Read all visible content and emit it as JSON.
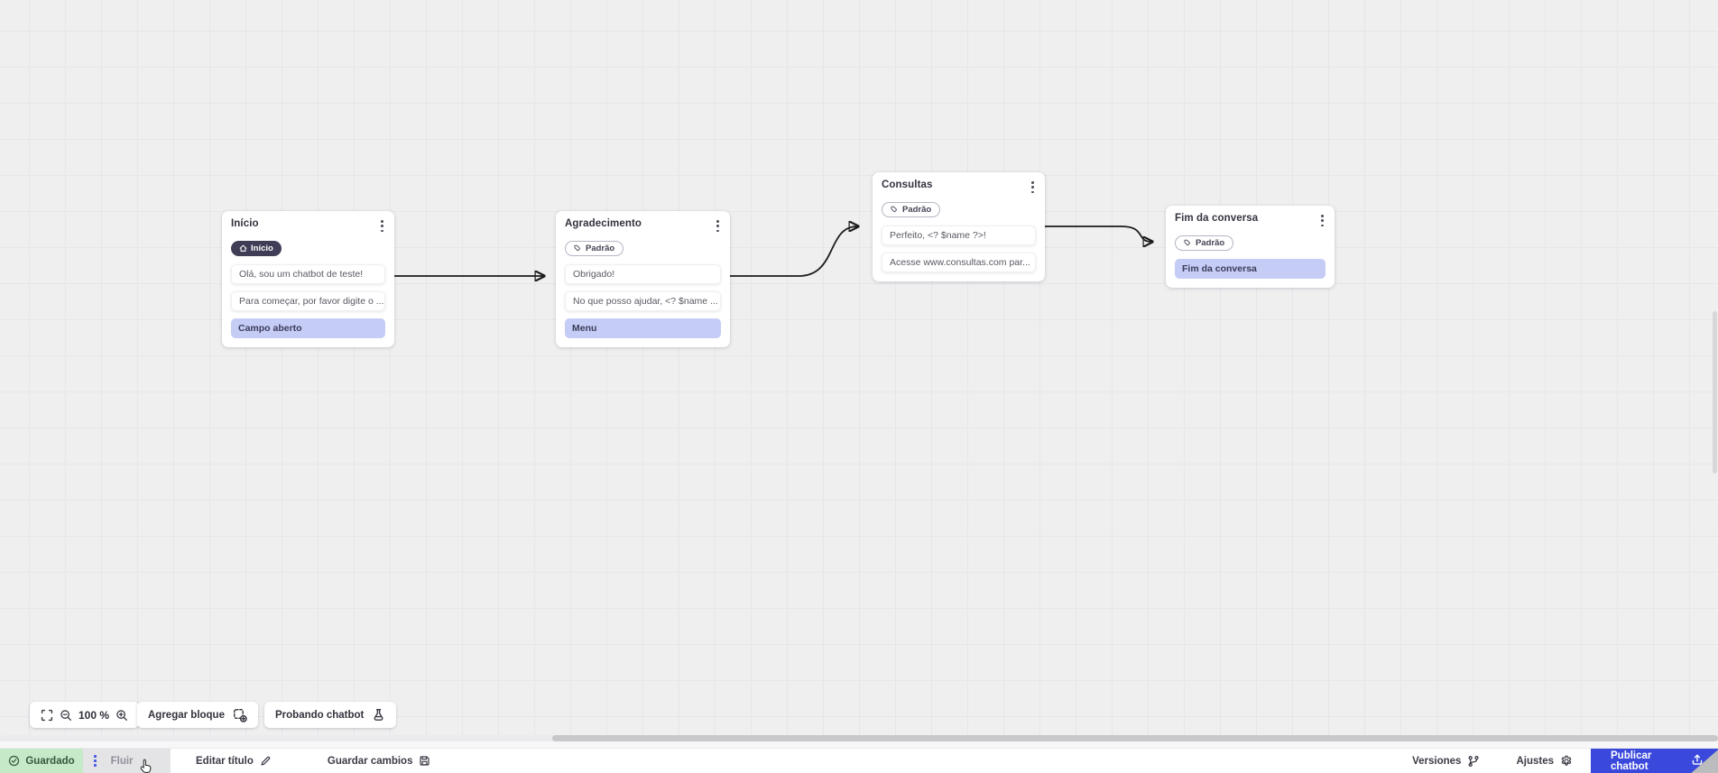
{
  "canvas": {
    "zoom_value": "100 %",
    "nodes": [
      {
        "title": "Início",
        "badge": {
          "icon": "home",
          "label": "Início"
        },
        "rows": [
          {
            "text": "Olá, sou um chatbot de teste!",
            "highlighted": false
          },
          {
            "text": "Para começar, por favor digite o ...",
            "highlighted": false
          },
          {
            "text": "Campo aberto",
            "highlighted": true
          }
        ]
      },
      {
        "title": "Agradecimento",
        "badge": {
          "icon": "tag",
          "label": "Padrão"
        },
        "rows": [
          {
            "text": "Obrigado!",
            "highlighted": false
          },
          {
            "text": "No que posso ajudar, <? $name ...",
            "highlighted": false
          },
          {
            "text": "Menu",
            "highlighted": true
          }
        ]
      },
      {
        "title": "Consultas",
        "badge": {
          "icon": "tag",
          "label": "Padrão"
        },
        "rows": [
          {
            "text": "Perfeito, <? $name ?>!",
            "highlighted": false
          },
          {
            "text": "Acesse www.consultas.com par...",
            "highlighted": false
          }
        ]
      },
      {
        "title": "Fim da conversa",
        "badge": {
          "icon": "tag",
          "label": "Padrão"
        },
        "rows": [
          {
            "text": "Fim da conversa",
            "highlighted": true
          }
        ]
      }
    ],
    "connections": [
      {
        "from": "Início",
        "to": "Agradecimento"
      },
      {
        "from": "Agradecimento",
        "to": "Consultas"
      },
      {
        "from": "Consultas",
        "to": "Fim da conversa"
      }
    ]
  },
  "toolbar": {
    "zoom_value": "100 %",
    "add_block": "Agregar bloque",
    "test_chatbot": "Probando chatbot"
  },
  "bottom_bar": {
    "saved": "Guardado",
    "flow_tab": "Fluir",
    "edit_title": "Editar título",
    "save_changes": "Guardar cambios",
    "versions": "Versiones",
    "settings": "Ajustes",
    "publish": "Publicar chatbot"
  },
  "colors": {
    "accent_blue": "#3a48dc",
    "row_highlight": "#c5ccf6",
    "saved_green": "#c6e9c7",
    "badge_dark": "#403d57",
    "edge": "#1b1b1b"
  }
}
